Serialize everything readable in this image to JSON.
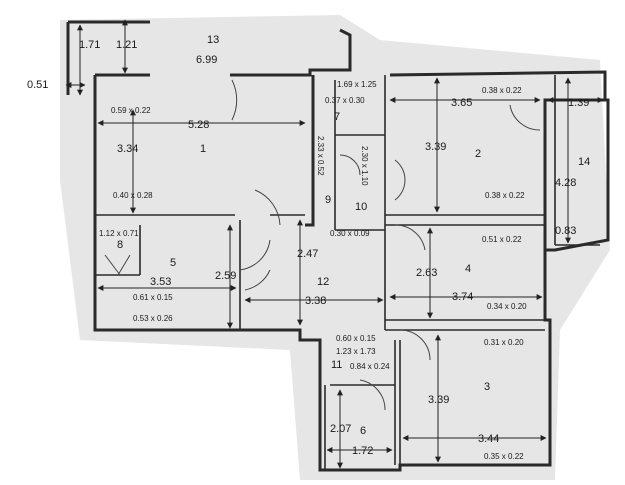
{
  "colors": {
    "paper": "#ffffff",
    "wall": "#2a2a2a",
    "shadow": "#d8d8d8",
    "ink": "#1a1a1a"
  },
  "rooms": [
    {
      "id": "1",
      "label": "1"
    },
    {
      "id": "2",
      "label": "2"
    },
    {
      "id": "3",
      "label": "3"
    },
    {
      "id": "4",
      "label": "4"
    },
    {
      "id": "5",
      "label": "5"
    },
    {
      "id": "6",
      "label": "6"
    },
    {
      "id": "7",
      "label": "7"
    },
    {
      "id": "8",
      "label": "8"
    },
    {
      "id": "9",
      "label": "9"
    },
    {
      "id": "10",
      "label": "10"
    },
    {
      "id": "11",
      "label": "11"
    },
    {
      "id": "12",
      "label": "12"
    },
    {
      "id": "13",
      "label": "13"
    },
    {
      "id": "14",
      "label": "14"
    }
  ],
  "dimensions": {
    "d_1_71": "1.71",
    "d_1_21": "1.21",
    "d_0_51": "0.51",
    "d_6_99": "6.99",
    "d_5_28": "5.28",
    "d_3_34": "3.34",
    "d_3_53": "3.53",
    "d_2_59": "2.59",
    "d_2_47": "2.47",
    "d_3_38": "3.38",
    "d_3_65": "3.65",
    "d_1_39": "1.39",
    "d_3_39a": "3.39",
    "d_4_28": "4.28",
    "d_0_83": "0.83",
    "d_2_63": "2.63",
    "d_3_74": "3.74",
    "d_3_39b": "3.39",
    "d_3_44": "3.44",
    "d_2_07": "2.07",
    "d_1_72": "1.72"
  },
  "openings": {
    "o1": "0.59 x 0.22",
    "o2": "0.40 x 0.28",
    "o3": "1.12 x 0.71",
    "o4": "0.61 x 0.15",
    "o5": "0.53 x 0.26",
    "o6": "1.69 x 1.25",
    "o7": "0.37 x 0.30",
    "o8": "2.33 x 0.52",
    "o9": "2.30 x 1.10",
    "o10": "0.30 x 0.09",
    "o11": "0.38 x 0.22",
    "o12": "0.38 x 0.22",
    "o13": "0.51 x 0.22",
    "o14": "0.34 x 0.20",
    "o15": "0.60 x 0.15",
    "o16": "1.23 x 1.73",
    "o17": "0.84 x 0.24",
    "o18": "0.31 x 0.20",
    "o19": "0.35 x 0.22"
  }
}
